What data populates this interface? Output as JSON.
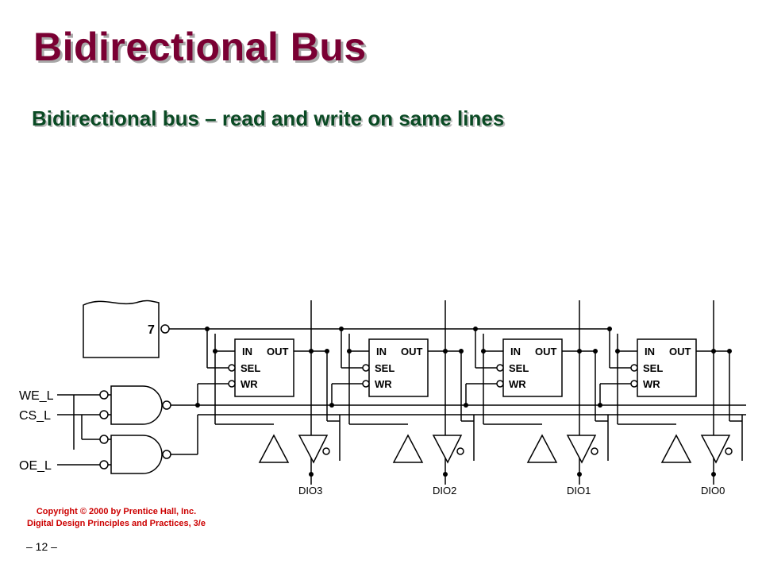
{
  "slide": {
    "title": "Bidirectional Bus",
    "subtitle": "Bidirectional bus – read and write on same lines",
    "copyright_line1": "Copyright © 2000 by Prentice Hall, Inc.",
    "copyright_line2": "Digital Design Principles and Practices, 3/e",
    "page_number": "– 12 –"
  },
  "diagram": {
    "decoder_output": "7",
    "inputs": {
      "we": "WE_L",
      "cs": "CS_L",
      "oe": "OE_L"
    },
    "cell_labels": {
      "in": "IN",
      "out": "OUT",
      "sel": "SEL",
      "wr": "WR"
    },
    "data_lines": [
      "DIO3",
      "DIO2",
      "DIO1",
      "DIO0"
    ]
  }
}
